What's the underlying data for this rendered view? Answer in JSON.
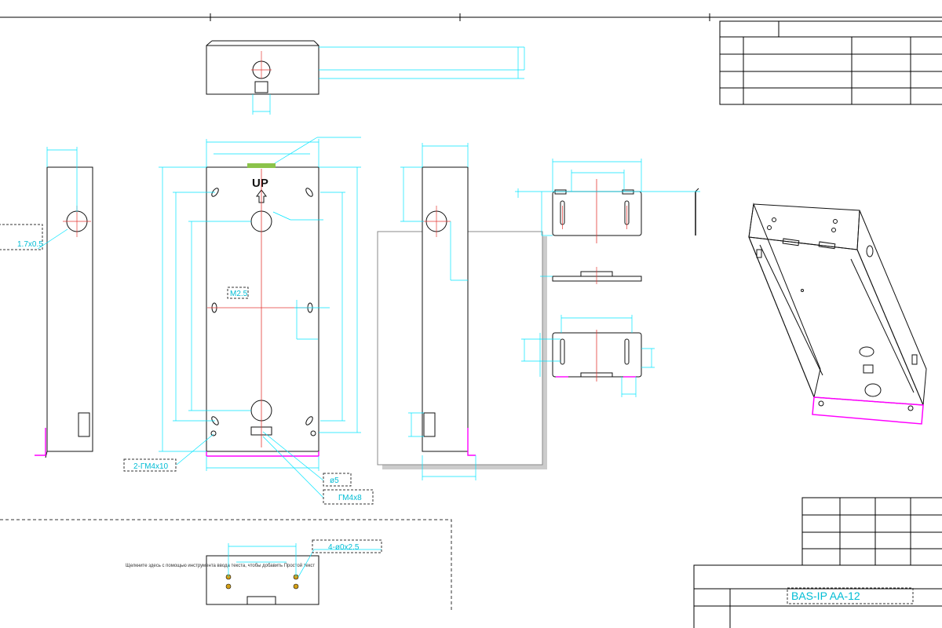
{
  "colors": {
    "outline": "#111111",
    "dimension": "#00e5ff",
    "label": "#00bcd4",
    "centerline": "#e53935",
    "highlight": "#ff00ff",
    "accent": "#8bc34a",
    "sheet_line": "#000000"
  },
  "annotations": {
    "side_hole": "1.7x0.5",
    "center_hole": "М2.5",
    "screws": "2-ГМ4x10",
    "hole_dia": "ø5",
    "bottom_screw": "ГМ4x8",
    "rear_holes": "4-ø0x2.5",
    "up_marker": "UP"
  },
  "note_text": "Щелкните здесь с помощью инструмента ввода текста, чтобы добавить Простой текст",
  "title_block": {
    "product": "BAS-IP AA-12"
  }
}
